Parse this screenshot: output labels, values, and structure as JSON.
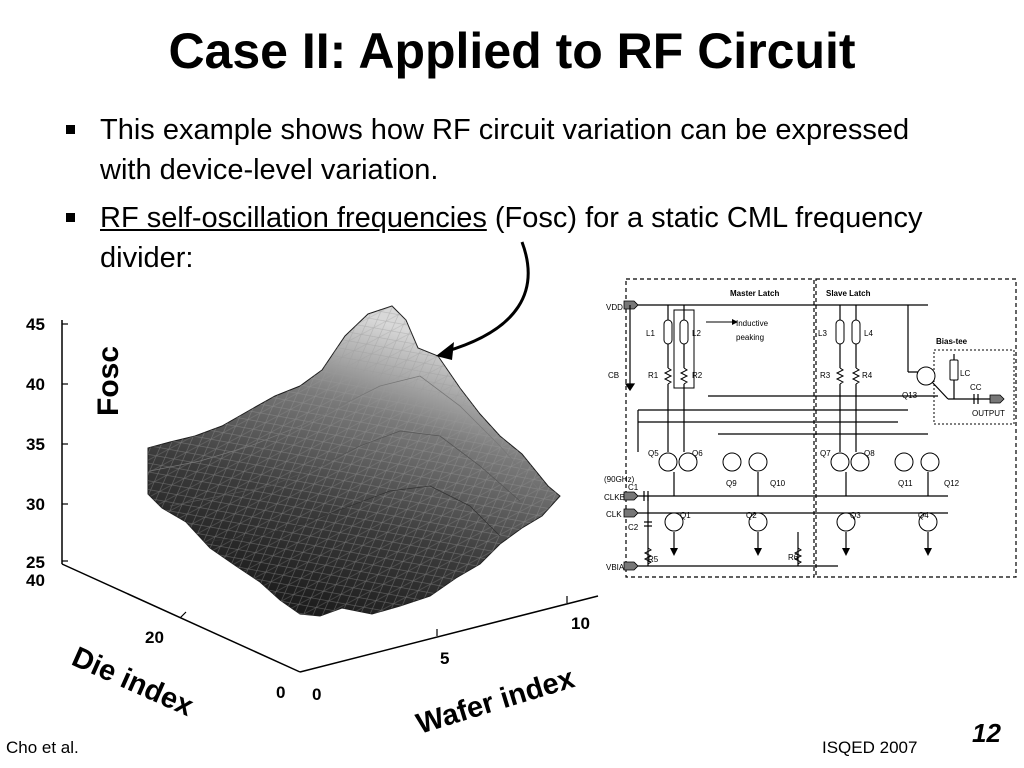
{
  "slide": {
    "title": "Case II: Applied to RF Circuit",
    "bullets": [
      {
        "text": "This example shows how RF circuit variation can be expressed with device-level variation."
      },
      {
        "underlined": "RF self-oscillation frequencies",
        "rest": " (Fosc) for a static CML frequency divider:"
      }
    ],
    "footer_left": "Cho et al.",
    "footer_right": "ISQED 2007",
    "page_number": "12"
  },
  "plot": {
    "z_axis_label": "Fosc",
    "x_axis_label": "Die index",
    "y_axis_label": "Wafer index",
    "z_ticks": [
      "45",
      "40",
      "35",
      "30",
      "25"
    ],
    "x_ticks": [
      "40",
      "20",
      "0"
    ],
    "y_ticks": [
      "0",
      "5",
      "10"
    ]
  },
  "circuit": {
    "master_latch": "Master Latch",
    "slave_latch": "Slave Latch",
    "bias_tee": "Bias-tee",
    "inductive_peaking": "Inductive peaking",
    "pins": {
      "vdd": "VDD",
      "cb": "CB",
      "clkb": "CLKB",
      "clk": "CLK",
      "vbias": "VBIAS",
      "freq": "(90GHz)",
      "output": "OUTPUT"
    },
    "components": {
      "l1": "L1",
      "l2": "L2",
      "l3": "L3",
      "l4": "L4",
      "r1": "R1",
      "r2": "R2",
      "r3": "R3",
      "r4": "R4",
      "r5": "R5",
      "r6": "R6",
      "c1": "C1",
      "c2": "C2",
      "lc": "LC",
      "cc": "CC",
      "q1": "Q1",
      "q2": "Q2",
      "q3": "Q3",
      "q4": "Q4",
      "q5": "Q5",
      "q6": "Q6",
      "q7": "Q7",
      "q8": "Q8",
      "q9": "Q9",
      "q10": "Q10",
      "q11": "Q11",
      "q12": "Q12",
      "q13": "Q13"
    }
  }
}
